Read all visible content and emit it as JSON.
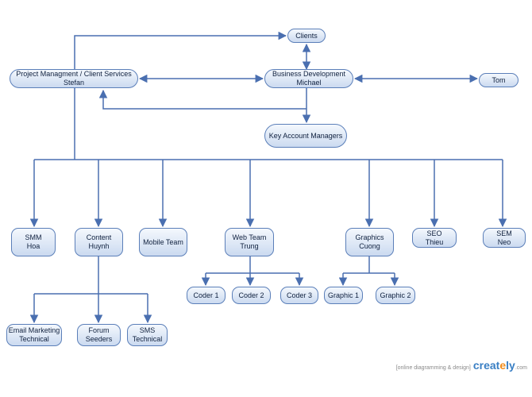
{
  "nodes": {
    "clients": {
      "lines": [
        "Clients"
      ]
    },
    "pm": {
      "lines": [
        "Project Managment / Client Services",
        "Stefan"
      ]
    },
    "bizdev": {
      "lines": [
        "Business Development",
        "Michael"
      ]
    },
    "tom": {
      "lines": [
        "Tom"
      ]
    },
    "kam": {
      "lines": [
        "Key Account Managers"
      ]
    },
    "smm": {
      "lines": [
        "SMM",
        "Hoa"
      ]
    },
    "content": {
      "lines": [
        "Content",
        "Huynh"
      ]
    },
    "mobile": {
      "lines": [
        "Mobile Team"
      ]
    },
    "web": {
      "lines": [
        "Web Team",
        "Trung"
      ]
    },
    "graphics": {
      "lines": [
        "Graphics",
        "Cuong"
      ]
    },
    "seo": {
      "lines": [
        "SEO",
        "Thieu"
      ]
    },
    "sem": {
      "lines": [
        "SEM",
        "Neo"
      ]
    },
    "coder1": {
      "lines": [
        "Coder 1"
      ]
    },
    "coder2": {
      "lines": [
        "Coder 2"
      ]
    },
    "coder3": {
      "lines": [
        "Coder 3"
      ]
    },
    "graphic1": {
      "lines": [
        "Graphic 1"
      ]
    },
    "graphic2": {
      "lines": [
        "Graphic 2"
      ]
    },
    "email": {
      "lines": [
        "Email Marketing",
        "Technical"
      ]
    },
    "forum": {
      "lines": [
        "Forum",
        "Seeders"
      ]
    },
    "sms": {
      "lines": [
        "SMS",
        "Technical"
      ]
    }
  },
  "footer": {
    "tagline": "[online diagramming & design]",
    "brand_pre": "creat",
    "brand_mid": "e",
    "brand_post": "ly",
    "brand_suffix": ".com"
  },
  "colors": {
    "line": "#4a6fb0",
    "node_border": "#5b7fb9",
    "node_fill_top": "#f4f8fd",
    "node_fill_bottom": "#cbdaf0"
  }
}
